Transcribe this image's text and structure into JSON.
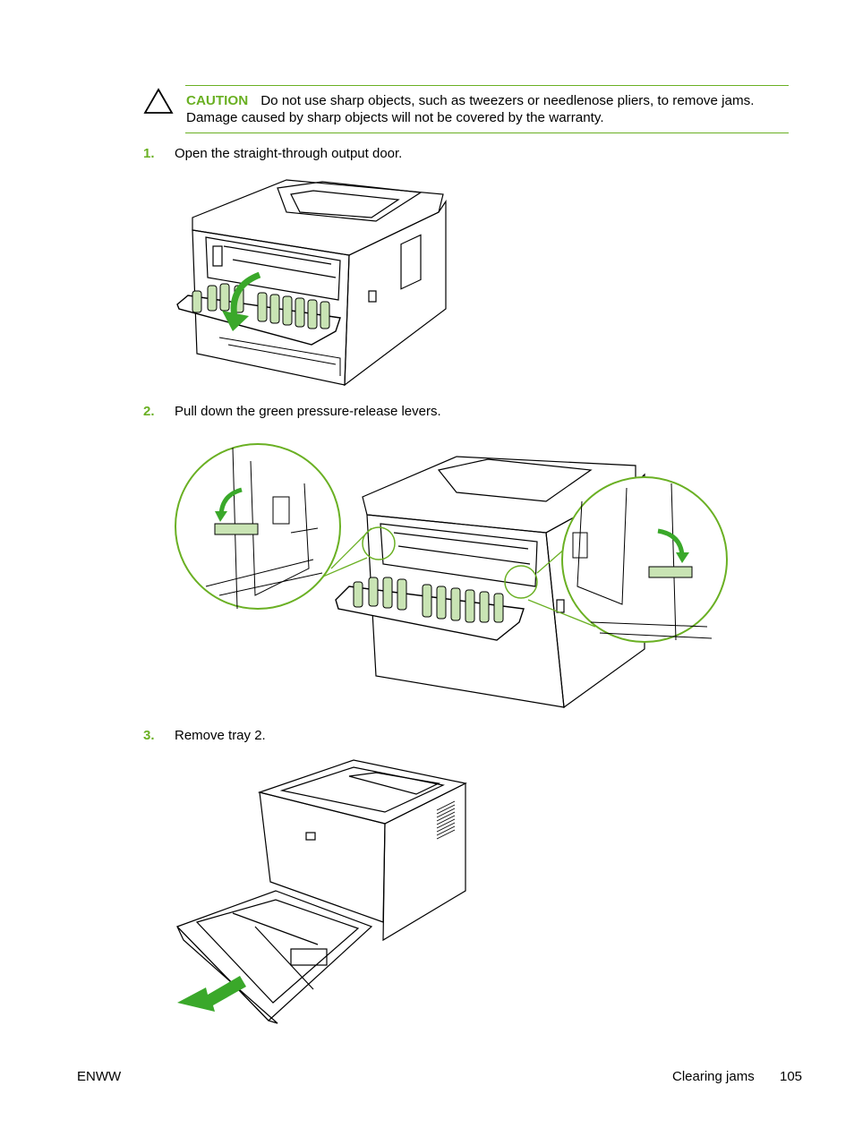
{
  "caution": {
    "label": "CAUTION",
    "text": "Do not use sharp objects, such as tweezers or needlenose pliers, to remove jams. Damage caused by sharp objects will not be covered by the warranty."
  },
  "steps": [
    {
      "number": "1.",
      "text": "Open the straight-through output door."
    },
    {
      "number": "2.",
      "text": "Pull down the green pressure-release levers."
    },
    {
      "number": "3.",
      "text": "Remove tray 2."
    }
  ],
  "footer": {
    "left": "ENWW",
    "section": "Clearing jams",
    "page": "105"
  },
  "colors": {
    "accent": "#6ab023",
    "lever_fill": "#c9e4b4",
    "arrow": "#3aa82a"
  }
}
